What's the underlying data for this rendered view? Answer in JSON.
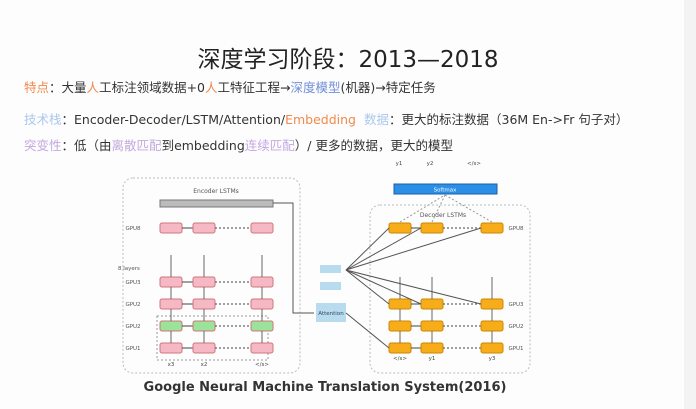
{
  "title": "深度学习阶段：2013—2018",
  "line1": {
    "label": "特点",
    "sep": "：",
    "p1": "大量",
    "p2": "人",
    "p3": "工标注领域数据+0",
    "p4": "人",
    "p5": "工特征工程→",
    "p6": "深度模型",
    "p7": "(机器)→特定任务"
  },
  "line2": {
    "label": "技术栈",
    "sep": "：",
    "p1": "Encoder-Decoder/LSTM/Attention/",
    "p2": "Embedding",
    "label2": "数据",
    "sep2": "：",
    "p3": "更大的标注数据（36M En->Fr 句子对）"
  },
  "line3": {
    "label": "突变性",
    "sep": "：",
    "p1": "低（由",
    "p2": "离散匹配",
    "p3": "到embedding",
    "p4": "连续匹配",
    "p5": "）/ 更多的数据，更大的模型"
  },
  "diagram": {
    "encoder_title": "Encoder LSTMs",
    "decoder_title": "Decoder LSTMs",
    "layers_label": "8 layers",
    "softmax": "Softmax",
    "attention": "Attention",
    "enc_rows": [
      "GPU8",
      "GPU3",
      "GPU2",
      "GPU2",
      "GPU1"
    ],
    "dec_rows": [
      "GPU8",
      "GPU3",
      "GPU2",
      "GPU1"
    ],
    "enc_inputs": [
      "x3",
      "x2",
      "</s>"
    ],
    "dec_inputs": [
      "</s>",
      "y1",
      "y3"
    ],
    "dec_outputs": [
      "y1",
      "y2",
      "</s>"
    ],
    "colors": {
      "pink": "#f7b8c6",
      "green": "#9be39b",
      "orange": "#f7ad1a",
      "blue": "#2b8fe6",
      "lightblue": "#b8dced"
    }
  },
  "caption": "Google Neural Machine Translation System(2016)"
}
